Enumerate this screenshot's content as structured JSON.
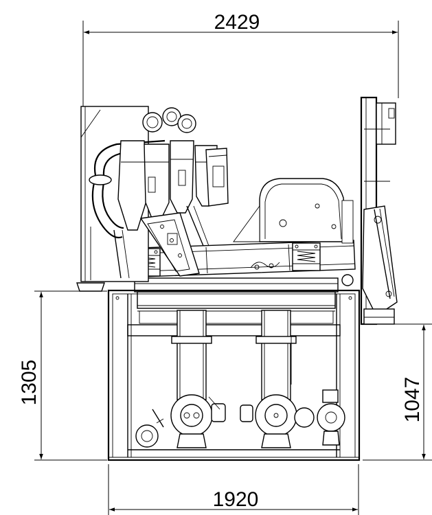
{
  "dimensions": {
    "overall_width": "2429",
    "base_width": "1920",
    "left_height": "1305",
    "right_height": "1047"
  }
}
